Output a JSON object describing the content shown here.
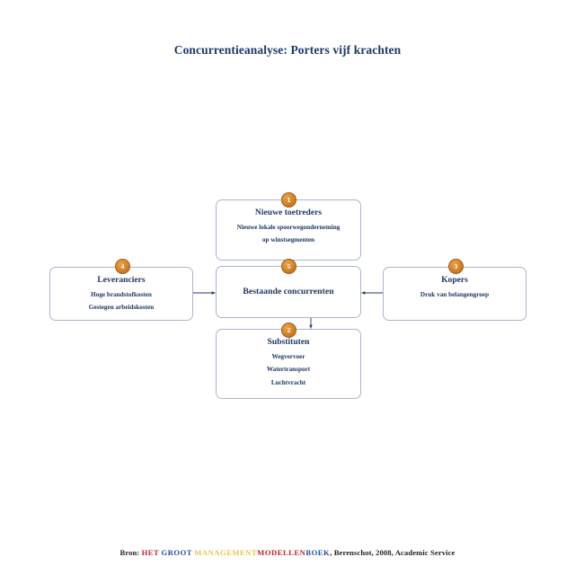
{
  "title": "Concurrentieanalyse: Porters vijf krachten",
  "diagram": {
    "type": "porters-five-forces",
    "boxes": [
      {
        "id": "new-entrants",
        "badge": "1",
        "title": "Nieuwe toetreders",
        "lines": [
          "Nieuwe lokale spoorwegonderneming",
          "op winstsegmenten"
        ]
      },
      {
        "id": "substitutes",
        "badge": "2",
        "title": "Substituten",
        "lines": [
          "Wegvervoer",
          "Watertransport",
          "Luchtvracht"
        ]
      },
      {
        "id": "buyers",
        "badge": "3",
        "title": "Kopers",
        "lines": [
          "Druk van belangengroep"
        ]
      },
      {
        "id": "suppliers",
        "badge": "4",
        "title": "Leveranciers",
        "lines": [
          "Hoge brandstofkosten",
          "Gestegen arbeidskosten"
        ]
      },
      {
        "id": "rivalry",
        "badge": "5",
        "title": "Bestaande concurrenten",
        "lines": []
      }
    ]
  },
  "footer": {
    "bron": "Bron:",
    "het": "HET",
    "groot": "GROOT",
    "management": "MANAGEMENT",
    "modellen": "MODELLEN",
    "boek": "BOEK",
    "tail": ", Berenschot, 2008, Academic Service"
  },
  "colors": {
    "title_navy": "#1f3864",
    "badge_orange": "#d98a2b",
    "box_border": "#a8b6cd",
    "arrow": "#1f3864",
    "footer_red": "#c0212b",
    "footer_blue": "#1f4e9c",
    "footer_gold": "#e8c44a"
  }
}
